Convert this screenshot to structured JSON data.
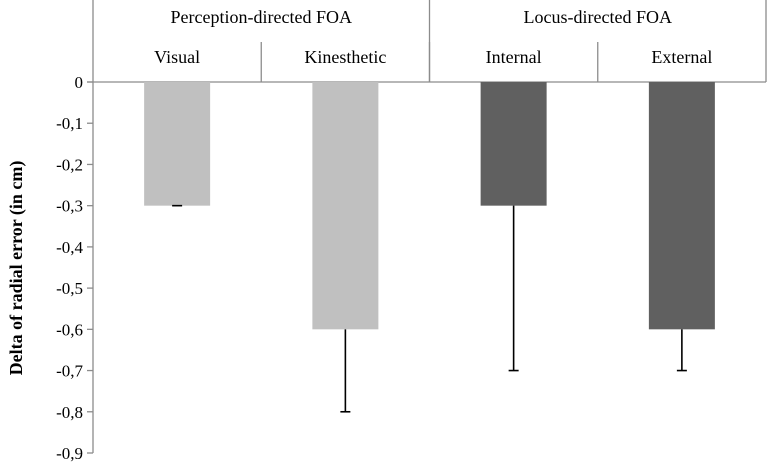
{
  "chart_data": {
    "type": "bar",
    "title": "",
    "xlabel": "",
    "ylabel": "Delta  of radial error (in cm)",
    "ylim": [
      -0.9,
      0
    ],
    "yticks": [
      "0",
      "-0,1",
      "-0,2",
      "-0,3",
      "-0,4",
      "-0,5",
      "-0,6",
      "-0,7",
      "-0,8",
      "-0,9"
    ],
    "yticks_values": [
      0,
      -0.1,
      -0.2,
      -0.3,
      -0.4,
      -0.5,
      -0.6,
      -0.7,
      -0.8,
      -0.9
    ],
    "groups": [
      {
        "label": "Perception-directed FOA",
        "categories": [
          "Visual",
          "Kinesthetic"
        ]
      },
      {
        "label": "Locus-directed FOA",
        "categories": [
          "Internal",
          "External"
        ]
      }
    ],
    "categories": [
      "Visual",
      "Kinesthetic",
      "Internal",
      "External"
    ],
    "values": [
      -0.3,
      -0.6,
      -0.3,
      -0.6
    ],
    "error_bars": [
      0.0,
      0.2,
      0.4,
      0.1
    ],
    "bar_colors": [
      "#c0c0c0",
      "#c0c0c0",
      "#606060",
      "#606060"
    ],
    "axis_color": "#8c8c8c",
    "error_color": "#000000",
    "grid": false,
    "legend": "none"
  }
}
